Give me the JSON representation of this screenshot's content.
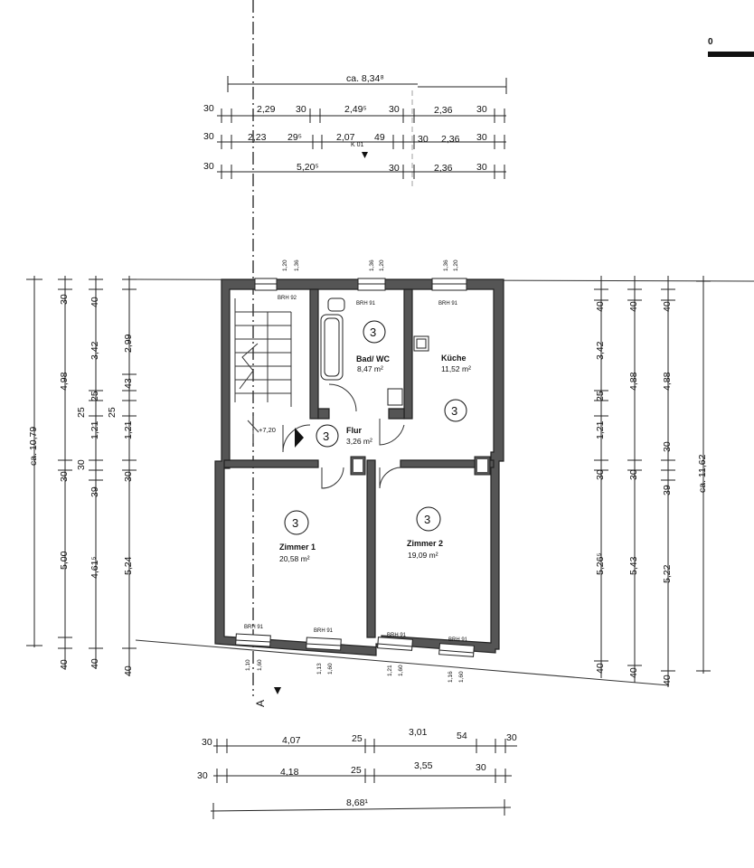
{
  "scale_label": "0",
  "rooms": [
    {
      "name": "Bad/ WC",
      "area": "8,47 m²",
      "number": "3"
    },
    {
      "name": "Küche",
      "area": "11,52 m²",
      "number": "3"
    },
    {
      "name": "Flur",
      "area": "3,26 m²",
      "number": "3"
    },
    {
      "name": "Zimmer 1",
      "area": "20,58 m²",
      "number": "3"
    },
    {
      "name": "Zimmer 2",
      "area": "19,09 m²",
      "number": "3"
    }
  ],
  "kitchen_extra_number": "3",
  "stair_level": "+7,20",
  "section_marker": "A",
  "window_label": "BRH 91",
  "window_label_top_left": "BRH 92",
  "window_heights": {
    "top_1": [
      "1,20",
      "1,36"
    ],
    "top_2": [
      "1,36",
      "1,20"
    ],
    "top_3": [
      "1,36",
      "1,20"
    ],
    "bottom_1": [
      "1,10",
      "1,60"
    ],
    "bottom_2": [
      "1,13",
      "1,60"
    ],
    "bottom_3": [
      "1,21",
      "1,60"
    ],
    "bottom_4": [
      "1,16",
      "1,60"
    ]
  },
  "top_dims": {
    "row1": [
      "ca. 8,34⁸"
    ],
    "row2": [
      "30",
      "2,29",
      "30",
      "2,49⁵",
      "30",
      "2,36",
      "30"
    ],
    "row3": [
      "30",
      "2,23",
      "29⁵",
      "2,07",
      "49",
      "30",
      "2,36",
      "30"
    ],
    "row3_note": "K 01",
    "row4": [
      "30",
      "5,20⁵",
      "30",
      "2,36",
      "30"
    ]
  },
  "bottom_dims": {
    "row1": [
      "30",
      "4,07",
      "25",
      "3,01",
      "54",
      "30"
    ],
    "row2": [
      "30",
      "4,18",
      "25",
      "3,55",
      "30"
    ],
    "row3": [
      "8,68¹"
    ]
  },
  "left_dims": {
    "outer": [
      "ca. 10,79"
    ],
    "col2": [
      "30",
      "4,98",
      "30",
      "5,00",
      "40"
    ],
    "col3": [
      "40",
      "3,42",
      "25",
      "1,21",
      "30",
      "39",
      "4,61⁵",
      "40"
    ],
    "col4": [
      "2,99",
      "43",
      "25",
      "1,21",
      "30",
      "5,24",
      "40"
    ],
    "col3_extra": [
      "25"
    ]
  },
  "right_dims": {
    "col1": [
      "40",
      "3,42",
      "25",
      "1,21",
      "30",
      "5,26⁵",
      "40"
    ],
    "col2": [
      "40",
      "4,88",
      "30",
      "5,43",
      "40"
    ],
    "col3": [
      "40",
      "4,88",
      "30",
      "39",
      "5,22",
      "40"
    ],
    "outer": [
      "ca. 11,62"
    ]
  }
}
